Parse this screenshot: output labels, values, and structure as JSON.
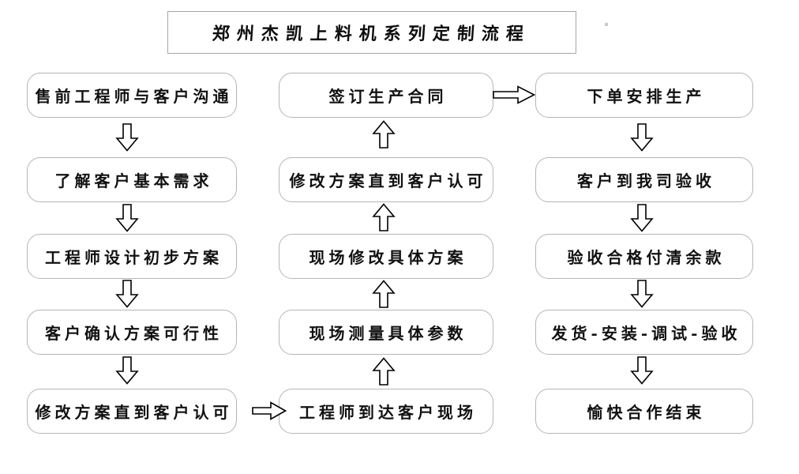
{
  "title": "郑州杰凯上料机系列定制流程",
  "flow": {
    "left": [
      "售前工程师与客户沟通",
      "了解客户基本需求",
      "工程师设计初步方案",
      "客户确认方案可行性",
      "修改方案直到客户认可"
    ],
    "middle": [
      "签订生产合同",
      "修改方案直到客户认可",
      "现场修改具体方案",
      "现场测量具体参数",
      "工程师到达客户现场"
    ],
    "right": [
      "下单安排生产",
      "客户到我司验收",
      "验收合格付清余款",
      "发货-安装-调试-验收",
      "愉快合作结束"
    ]
  },
  "icons": {
    "down_arrow": "⇩",
    "up_arrow": "⇧",
    "right_arrow": "⇨"
  },
  "colors": {
    "background": "#ffffff",
    "box_border": "#b5b5b5",
    "title_border": "#a7a7a7",
    "arrow_outline": "#000000",
    "arrow_fill": "#ffffff",
    "text": "#111111"
  }
}
